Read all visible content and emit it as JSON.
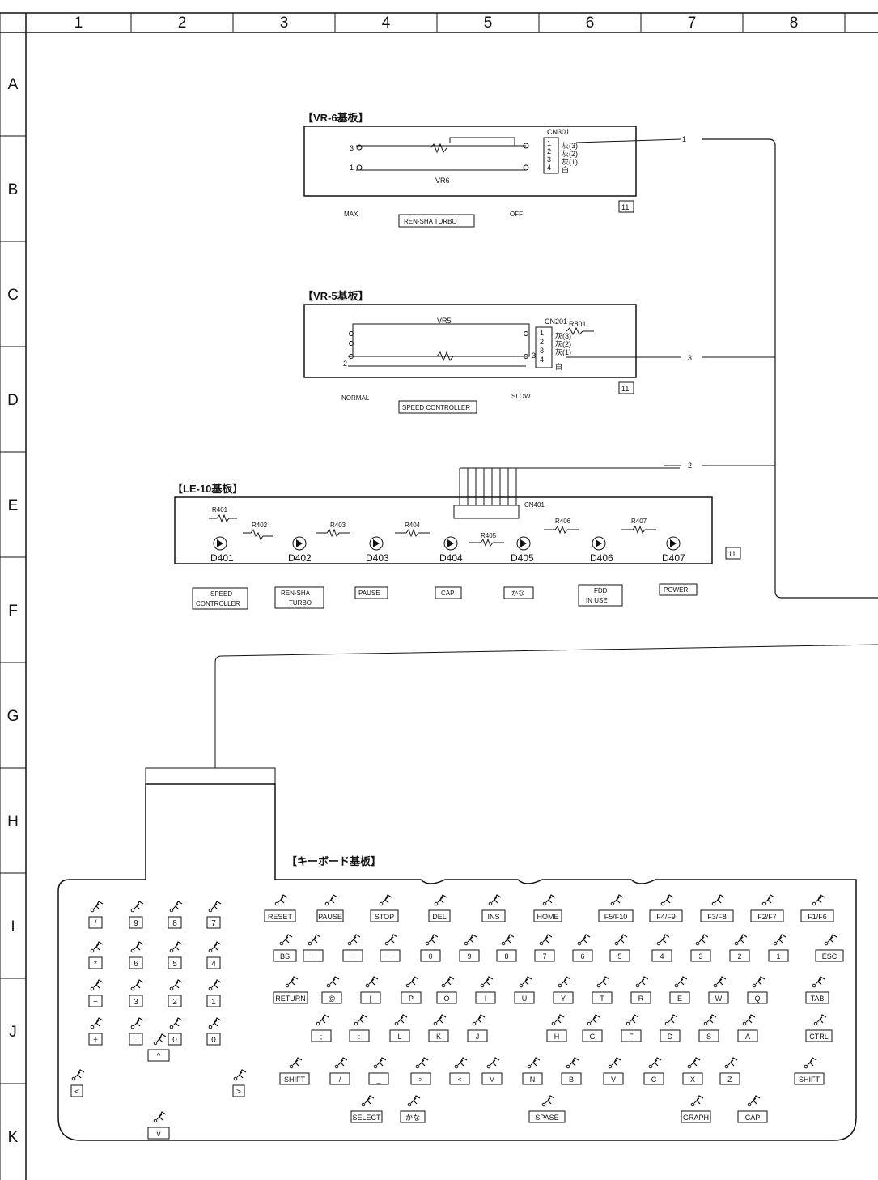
{
  "grid": {
    "columns": [
      "1",
      "2",
      "3",
      "4",
      "5",
      "6",
      "7",
      "8"
    ],
    "rows": [
      "A",
      "B",
      "C",
      "D",
      "E",
      "F",
      "G",
      "H",
      "I",
      "J",
      "K"
    ]
  },
  "boards": {
    "vr6": {
      "title": "【VR-6基板】",
      "part": "VR6",
      "connector": "CN301",
      "pins": [
        "1",
        "2",
        "3",
        "4"
      ],
      "wires": [
        "灰(3)",
        "灰(2)",
        "灰(1)",
        "白"
      ],
      "page_ref": "11",
      "label_left": "MAX",
      "label_right": "OFF",
      "function": "REN-SHA TURBO"
    },
    "vr5": {
      "title": "【VR-5基板】",
      "part": "VR5",
      "connector": "CN201",
      "resistor": "R801",
      "pins": [
        "1",
        "2",
        "3",
        "4"
      ],
      "wires": [
        "灰(3)",
        "灰(2)",
        "灰(1)",
        "白"
      ],
      "page_ref": "11",
      "label_left": "NORMAL",
      "label_right": "SLOW",
      "function": "SPEED CONTROLLER"
    },
    "le10": {
      "title": "【LE-10基板】",
      "connector": "CN401",
      "page_ref": "11",
      "resistors": [
        "R401",
        "R402",
        "R403",
        "R404",
        "R405",
        "R406",
        "R407"
      ],
      "leds": [
        {
          "id": "D401",
          "function": [
            "SPEED",
            "CONTROLLER"
          ]
        },
        {
          "id": "D402",
          "function": [
            "REN-SHA",
            "TURBO"
          ]
        },
        {
          "id": "D403",
          "function": [
            "PAUSE"
          ]
        },
        {
          "id": "D404",
          "function": [
            "CAP"
          ]
        },
        {
          "id": "D405",
          "function": [
            "かな"
          ]
        },
        {
          "id": "D406",
          "function": [
            "FDD",
            "IN USE"
          ]
        },
        {
          "id": "D407",
          "function": [
            "POWER"
          ]
        }
      ]
    },
    "keyboard": {
      "title": "【キーボード基板】"
    }
  },
  "connectors": {
    "c1": "1",
    "c2": "2",
    "c3": "3"
  },
  "keys": {
    "tenkey": [
      "/",
      "9",
      "8",
      "7",
      "*",
      "6",
      "5",
      "4",
      "−",
      "3",
      "2",
      "1",
      "+",
      ".",
      "0",
      "0"
    ],
    "arrows": [
      "<",
      ">",
      "^",
      "v"
    ],
    "function_row": [
      "RESET",
      "PAUSE",
      "STOP",
      "DEL",
      "INS",
      "HOME",
      "F5/F10",
      "F4/F9",
      "F3/F8",
      "F2/F7",
      "F1/F6"
    ],
    "number_row": [
      "BS",
      "ー",
      "ー",
      "ー",
      "0",
      "9",
      "8",
      "7",
      "6",
      "5",
      "4",
      "3",
      "2",
      "1",
      "ESC"
    ],
    "qwerty_row": [
      "RETURN",
      "@",
      "[",
      "P",
      "O",
      "I",
      "U",
      "Y",
      "T",
      "R",
      "E",
      "W",
      "Q",
      "TAB"
    ],
    "home_row": [
      ";",
      ":",
      "L",
      "K",
      "J",
      "H",
      "G",
      "F",
      "D",
      "S",
      "A",
      "CTRL"
    ],
    "shift_row": [
      "SHIFT",
      "/",
      "_",
      ">",
      "<",
      "M",
      "N",
      "B",
      "V",
      "C",
      "X",
      "Z",
      "SHIFT"
    ],
    "bottom_row": [
      "SELECT",
      "かな",
      "SPASE",
      "GRAPH",
      "CAP"
    ]
  }
}
